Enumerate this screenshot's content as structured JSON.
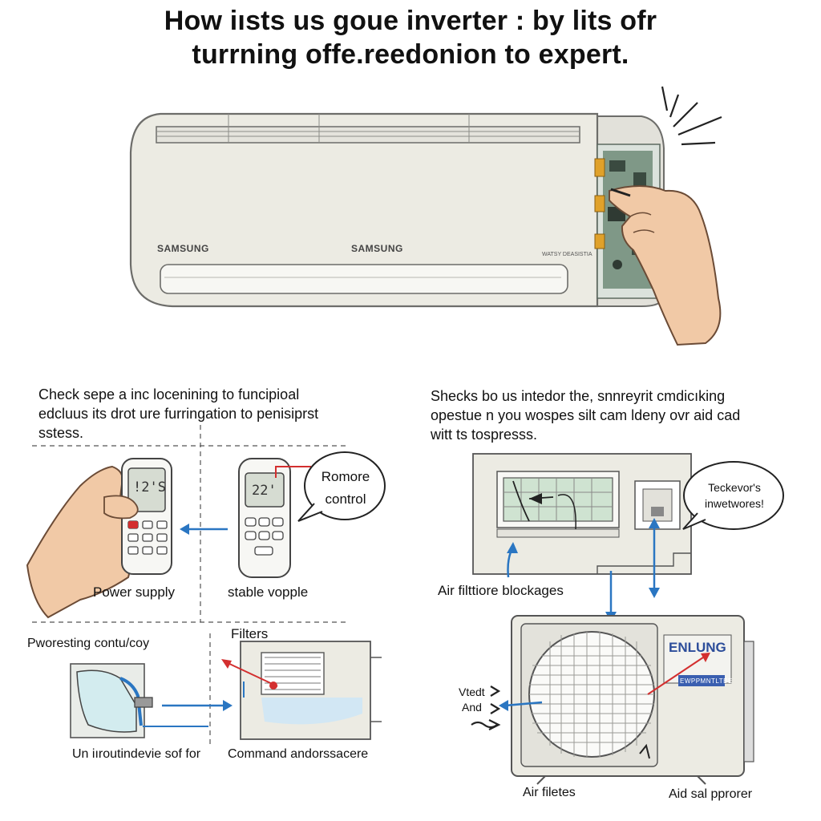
{
  "title": {
    "line1": "How iısts us goue inverter : by lits ofr",
    "line2": "turrning offe.reedonion to expert."
  },
  "indoor_unit": {
    "brand_left": "SAMSUNG",
    "brand_center": "SAMSUNG",
    "model_text": "WATSY DEASISTIA"
  },
  "left_section": {
    "intro_line1": "Check sepe a inc locenining to funcipioal",
    "intro_line2": "edcluus its drot ure furringation to penisiprst",
    "intro_line3": "sstess.",
    "power_supply": "Power supply",
    "stable_supply": "stable vopple",
    "remote_bubble_line1": "Romore",
    "remote_bubble_line2": "control",
    "remote_display_left": "!2'S",
    "remote_display_right": "22'",
    "protecting": "Pworesting contu/coy",
    "filters": "Filters",
    "bottom_left": "Un iıroutindevie sof for",
    "bottom_right": "Command andorssacere"
  },
  "right_section": {
    "intro_line1": "Shecks bo us intedor the, snnreyrit cmdicıking",
    "intro_line2": "opestue n you wospes silt cam ldeny ovr aid cad",
    "intro_line3": "witt ts tospresss.",
    "bubble_line1": "Teckevor's",
    "bubble_line2": "inwetwores!",
    "air_filter_blockages": "Air filttiore blockages",
    "outdoor_brand": "ENLUNG",
    "outdoor_label": "EWPPMNTLTBE",
    "vent_label": "Vtedt",
    "and_label": "And",
    "air_filters": "Air filetes",
    "aid_proper": "Aid sal pprorer"
  },
  "colors": {
    "unit_body": "#ecebe3",
    "unit_outline": "#6d6d6a",
    "pcb_green": "#6e8b78",
    "arrow_blue": "#2a76c2",
    "arrow_red": "#d32f2f",
    "filter_green": "#cfe3d1",
    "skin": "#f1c9a6",
    "label_blue": "#3a5fb0"
  }
}
